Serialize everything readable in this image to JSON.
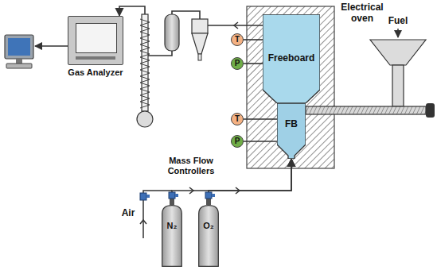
{
  "diagram": {
    "nodes": [
      {
        "text": [
          "Gas Analyzer"
        ]
      },
      {
        "text": [
          "Freeboard"
        ]
      },
      {
        "text": [
          "FB"
        ]
      },
      {
        "text": [
          "T"
        ]
      },
      {
        "text": [
          "P"
        ]
      },
      {
        "text": [
          "T"
        ]
      },
      {
        "text": [
          "P"
        ]
      },
      {
        "text": [
          "N₂"
        ]
      },
      {
        "text": [
          "O₂"
        ]
      }
    ],
    "edges": [
      {
        "from": 1,
        "to": 0,
        "arrow": "to"
      },
      {
        "from": 3,
        "to": 1,
        "arrow": "none"
      },
      {
        "from": 4,
        "to": 1,
        "arrow": "none"
      },
      {
        "from": 5,
        "to": 2,
        "arrow": "none"
      },
      {
        "from": 6,
        "to": 2,
        "arrow": "none"
      },
      {
        "from": 7,
        "to": 2,
        "arrow": "to"
      },
      {
        "from": 8,
        "to": 2,
        "arrow": "to"
      }
    ],
    "labels": [
      "Electrical oven",
      "Fuel",
      "Mass Flow Controllers",
      "Air"
    ]
  }
}
